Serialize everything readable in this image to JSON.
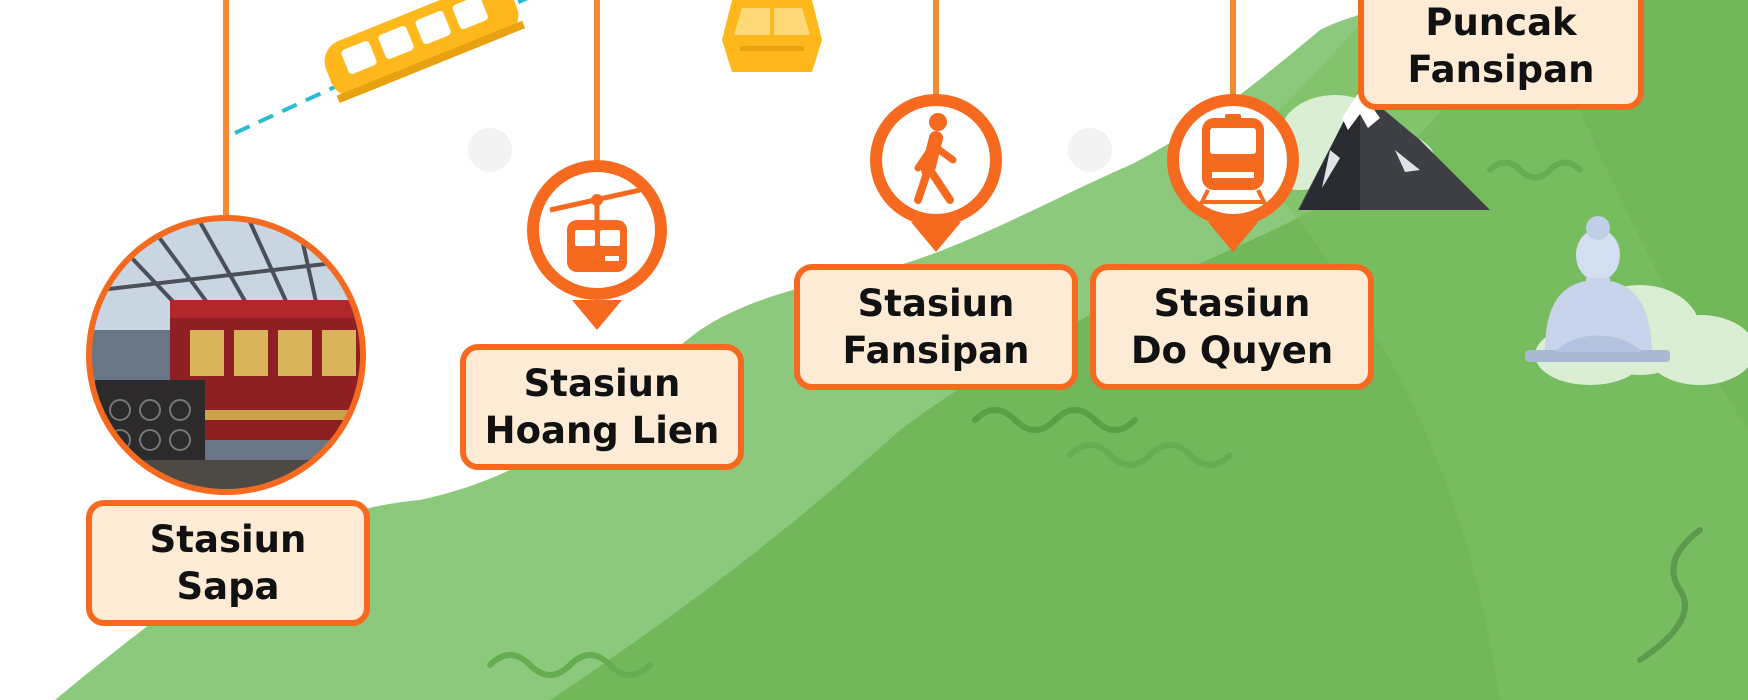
{
  "colors": {
    "accent": "#f56a1f",
    "label_bg": "#fdebd6",
    "mountain_light": "#8cc97c",
    "mountain_dark": "#72b75a",
    "cable_dash": "#2bbcd1",
    "train_yellow": "#ffb81c",
    "text": "#111111"
  },
  "stations": [
    {
      "line1": "Stasiun",
      "line2": "Sapa",
      "icon": "station-photo"
    },
    {
      "line1": "Stasiun",
      "line2": "Hoang Lien",
      "icon": "cable-car-icon"
    },
    {
      "line1": "Stasiun",
      "line2": "Fansipan",
      "icon": "walking-person-icon"
    },
    {
      "line1": "Stasiun",
      "line2": "Do Quyen",
      "icon": "train-icon"
    },
    {
      "line1": "Puncak",
      "line2": "Fansipan",
      "icon": "mountain-peak-icon"
    }
  ],
  "decorations": [
    "funicular-train-icon",
    "yellow-gondola-icon",
    "buddha-statue-icon",
    "cloud-icon"
  ]
}
